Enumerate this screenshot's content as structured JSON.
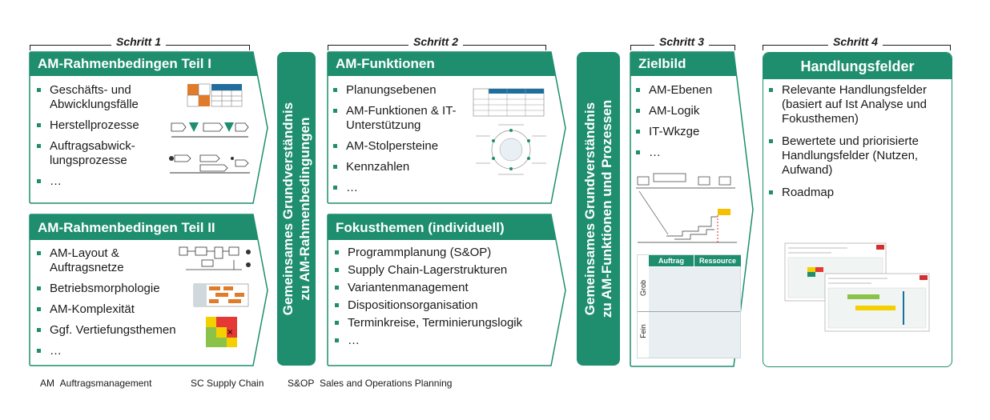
{
  "steps": {
    "s1": "Schritt 1",
    "s2": "Schritt 2",
    "s3": "Schritt 3",
    "s4": "Schritt 4"
  },
  "box1": {
    "title": "AM-Rahmenbedingen Teil I",
    "items": [
      "Geschäfts- und Abwicklungsfälle",
      "Herstellprozesse",
      "Auftragsabwick-lungsprozesse",
      "…"
    ]
  },
  "box2": {
    "title": "AM-Rahmenbedingen Teil II",
    "items": [
      "AM-Layout & Auftragsnetze",
      "Betriebsmorphologie",
      "AM-Komplexität",
      "Ggf. Vertiefungsthemen",
      "…"
    ]
  },
  "band1": {
    "line1": "Gemeinsames Grundverständnis",
    "line2": "zu AM-Rahmenbedingungen"
  },
  "box3": {
    "title": "AM-Funktionen",
    "items": [
      "Planungsebenen",
      "AM-Funktionen & IT-Unterstützung",
      "AM-Stolpersteine",
      "Kennzahlen",
      "…"
    ]
  },
  "box4": {
    "title": "Fokusthemen (individuell)",
    "items": [
      "Programmplanung (S&OP)",
      "Supply Chain-Lagerstrukturen",
      "Variantenmanagement",
      "Dispositionsorganisation",
      "Terminkreise, Terminierungslogik",
      "…"
    ]
  },
  "band2": {
    "line1": "Gemeinsames Grundverständnis",
    "line2": "zu AM-Funktionen und Prozessen"
  },
  "box5": {
    "title": "Zielbild",
    "items": [
      "AM-Ebenen",
      "AM-Logik",
      "IT-Wkzge",
      "…"
    ],
    "table_headers": [
      "Auftrag",
      "Ressource"
    ],
    "table_rows": [
      "Grob",
      "Fein"
    ]
  },
  "box6": {
    "title": "Handlungsfelder",
    "items": [
      "Relevante Handlungsfelder (basiert auf Ist Analyse und Fokusthemen)",
      "Bewertete und priorisierte Handlungsfelder (Nutzen, Aufwand)",
      "Roadmap"
    ]
  },
  "legend": [
    {
      "abbr": "AM",
      "text": "Auftragsmanagement"
    },
    {
      "abbr": "SC",
      "text": "Supply Chain"
    },
    {
      "abbr": "S&OP",
      "text": "Sales and Operations Planning"
    }
  ],
  "colors": {
    "accent": "#1e8e6e"
  }
}
